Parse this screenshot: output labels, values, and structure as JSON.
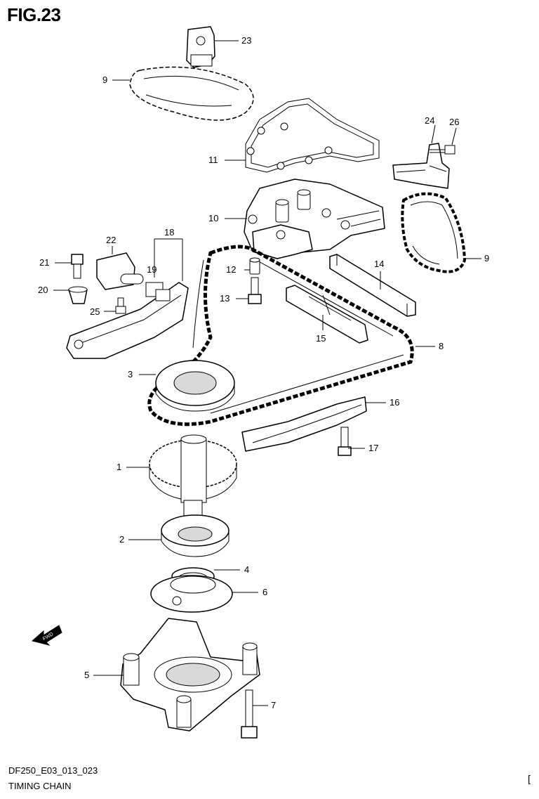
{
  "figure_title": "FIG.23",
  "diagram_code": "DF250_E03_013_023",
  "caption": "TIMING CHAIN",
  "corner_mark": "[",
  "fwd_arrow": "FWD",
  "callouts": {
    "c1": "1",
    "c2": "2",
    "c3": "3",
    "c4": "4",
    "c5": "5",
    "c6": "6",
    "c7": "7",
    "c8": "8",
    "c9a": "9",
    "c9b": "9",
    "c10": "10",
    "c11": "11",
    "c12": "12",
    "c13": "13",
    "c14": "14",
    "c15": "15",
    "c16": "16",
    "c17": "17",
    "c18": "18",
    "c19": "19",
    "c20": "20",
    "c21": "21",
    "c22": "22",
    "c23": "23",
    "c24": "24",
    "c25": "25",
    "c26": "26"
  }
}
